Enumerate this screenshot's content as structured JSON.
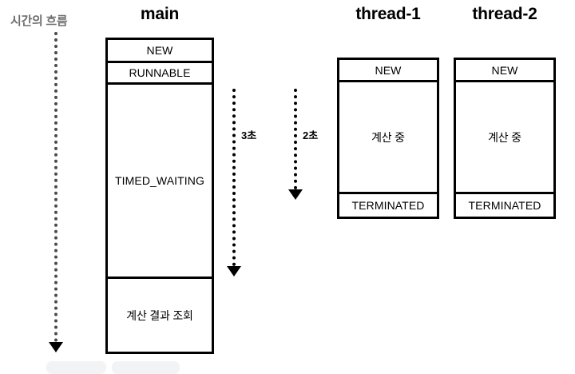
{
  "diagram": {
    "title_timeline": "시간의 흐름",
    "columns": [
      {
        "name": "main",
        "title": "main",
        "segments": [
          {
            "label": "NEW"
          },
          {
            "label": "RUNNABLE"
          },
          {
            "label": "TIMED_WAITING"
          },
          {
            "label": "계산 결과 조회"
          }
        ]
      },
      {
        "name": "thread-1",
        "title": "thread-1",
        "segments": [
          {
            "label": "NEW"
          },
          {
            "label": "계산 중"
          },
          {
            "label": "TERMINATED"
          }
        ]
      },
      {
        "name": "thread-2",
        "title": "thread-2",
        "segments": [
          {
            "label": "NEW"
          },
          {
            "label": "계산 중"
          },
          {
            "label": "TERMINATED"
          }
        ]
      }
    ],
    "duration_arrows": [
      {
        "name": "main-sleep-duration",
        "label": "3초"
      },
      {
        "name": "thread-compute-duration",
        "label": "2초"
      }
    ],
    "colors": {
      "stroke": "#000000",
      "background": "#ffffff",
      "timeline_label": "#6f6f6f",
      "ghost_chip": "#f2f3f5"
    }
  }
}
